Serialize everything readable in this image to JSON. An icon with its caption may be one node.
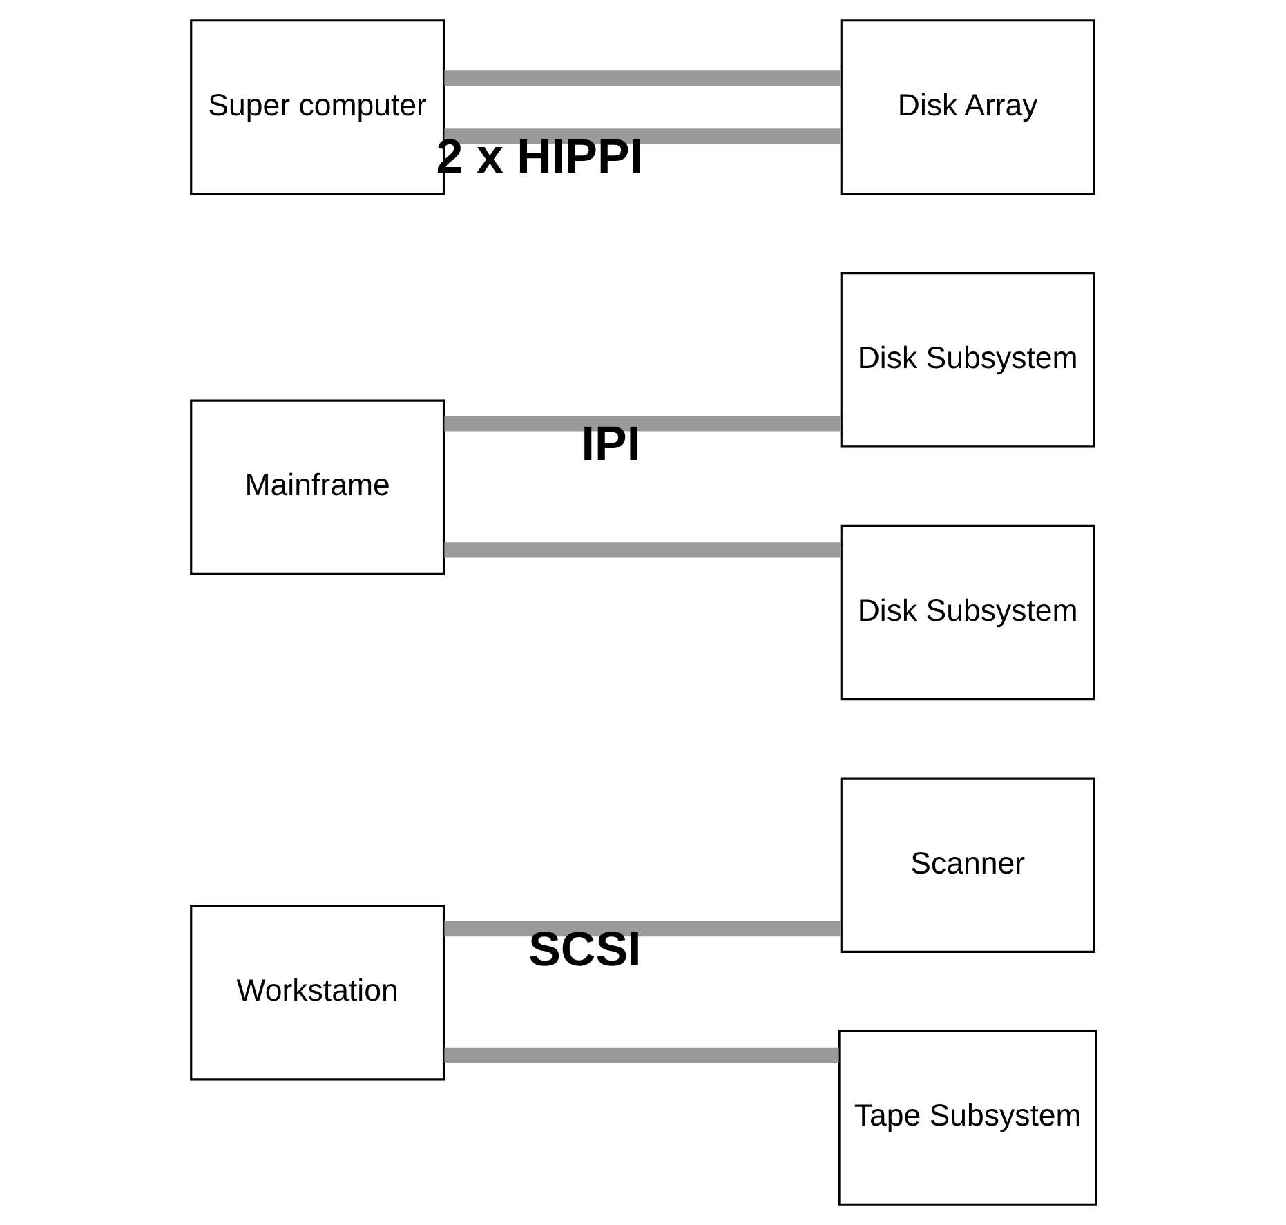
{
  "diagram": {
    "nodes": [
      {
        "text": [
          "Workstation"
        ]
      },
      {
        "text": [
          "Scanner"
        ]
      },
      {
        "text": [
          "Tape Subsystem"
        ]
      },
      {
        "text": [
          "Mainframe"
        ]
      },
      {
        "text": [
          "Disk Subsystem"
        ]
      },
      {
        "text": [
          "Disk Subsystem"
        ]
      },
      {
        "text": [
          "Super computer"
        ]
      },
      {
        "text": [
          "Disk Array"
        ]
      }
    ],
    "edges": [
      {
        "from": 0,
        "to": 1,
        "arrow": "none",
        "label": "SCSI"
      },
      {
        "from": 0,
        "to": 2,
        "arrow": "none"
      },
      {
        "from": 3,
        "to": 4,
        "arrow": "none",
        "label": "IPI"
      },
      {
        "from": 3,
        "to": 5,
        "arrow": "none"
      },
      {
        "from": 6,
        "to": 7,
        "arrow": "none",
        "label": "2 x HIPPI"
      },
      {
        "from": 6,
        "to": 7,
        "arrow": "none"
      }
    ]
  }
}
